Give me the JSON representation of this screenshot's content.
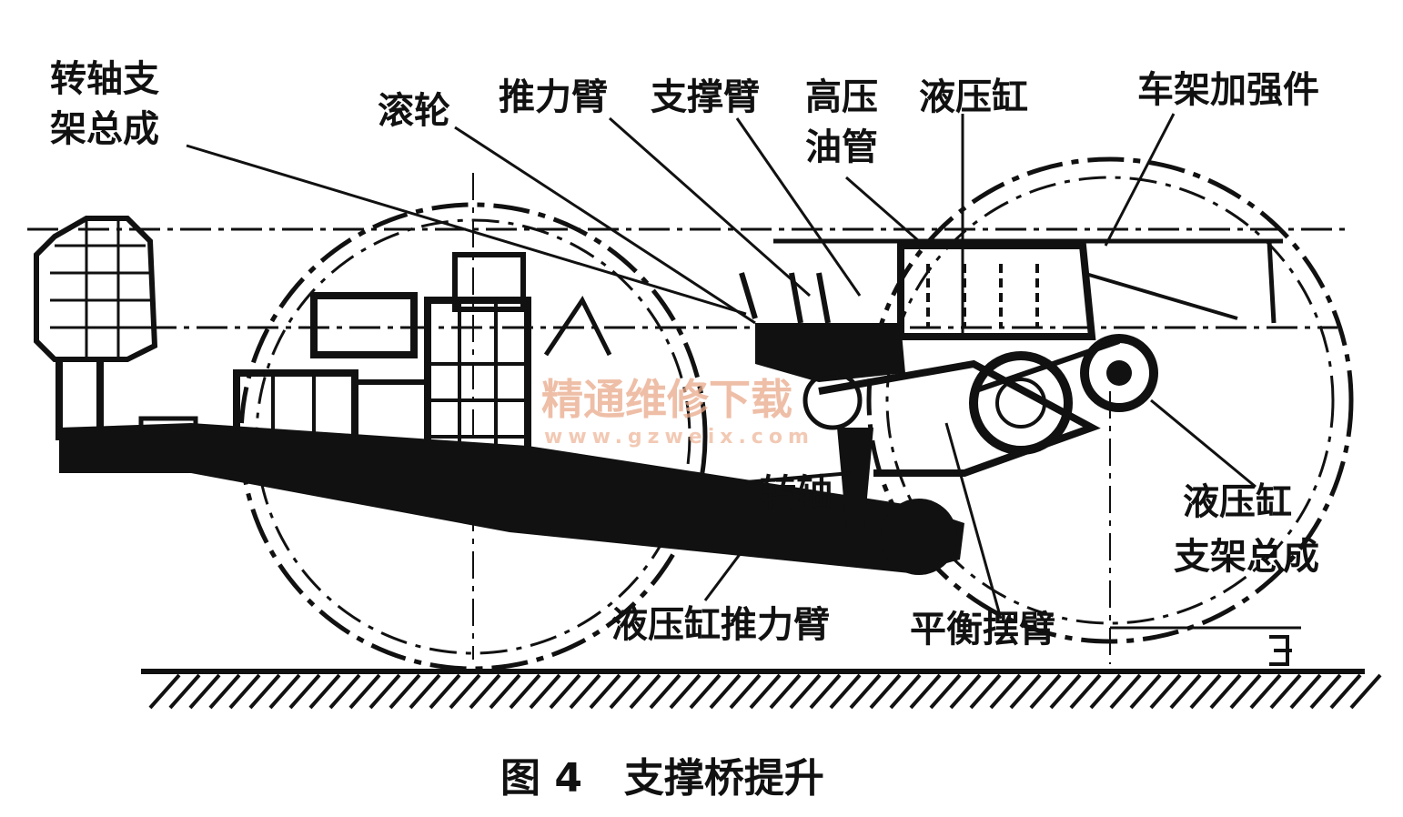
{
  "labels": {
    "pivot_bracket_l1": "转轴支",
    "pivot_bracket_l2": "架总成",
    "roller": "滚轮",
    "thrust_arm": "推力臂",
    "support_arm": "支撑臂",
    "hp_pipe_l1": "高压",
    "hp_pipe_l2": "油管",
    "hydraulic_cylinder": "液压缸",
    "frame_reinforcement": "车架加强件",
    "pivot_shaft": "转轴",
    "cyl_bracket_l1": "液压缸",
    "cyl_bracket_l2": "支架总成",
    "cyl_thrust_arm": "液压缸推力臂",
    "balance_arm": "平衡摆臂"
  },
  "caption": "图 4   支撑桥提升",
  "watermark": {
    "cn": "精通维修下载",
    "url": "www.gzweix.com"
  },
  "colors": {
    "ink": "#111111",
    "watermark": "#e9a98a"
  }
}
